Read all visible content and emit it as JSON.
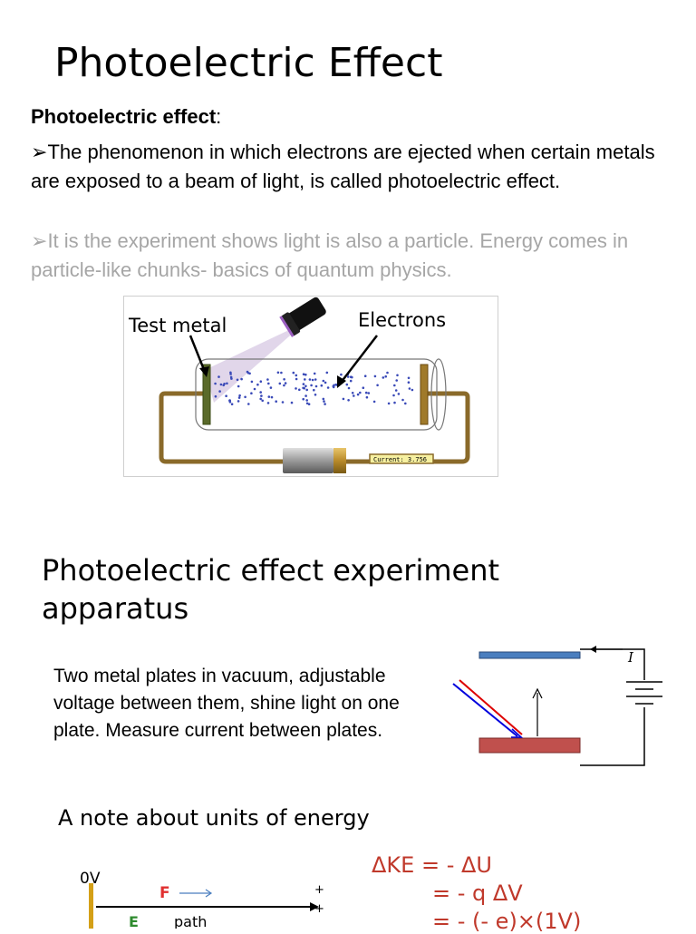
{
  "slide1": {
    "title": "Photoelectric Effect",
    "heading_bold": "Photoelectric effect",
    "heading_colon": ":",
    "bullet_glyph": "➢",
    "bullet1": "The phenomenon in which electrons are ejected when certain metals are exposed to a beam of light, is called photoelectric effect.",
    "bullet2": "It is the experiment shows light is also a particle. Energy comes in particle-like chunks- basics of quantum physics.",
    "figure": {
      "label_metal": "Test metal",
      "label_electrons": "Electrons",
      "current_readout": "Current: 3.756"
    }
  },
  "slide2": {
    "title": "Photoelectric effect experiment apparatus",
    "description": "Two metal plates in vacuum, adjustable voltage between them, shine light on one plate. Measure current between plates.",
    "current_symbol": "I"
  },
  "slide3": {
    "title": "A note about units of energy",
    "equations": [
      "ΔKE = - ΔU",
      "= - q ΔV",
      "= - (- e)×(1V)"
    ],
    "figure": {
      "voltage_label": "0V",
      "force_label": "F",
      "field_label": "E",
      "path_label": "path",
      "plus": "+"
    }
  },
  "colors": {
    "equation_red": "#c0392b",
    "top_plate_blue": "#4a7ebf",
    "bottom_plate_red": "#c0504d",
    "force_red": "#e03030",
    "field_green": "#2e8b2e"
  }
}
